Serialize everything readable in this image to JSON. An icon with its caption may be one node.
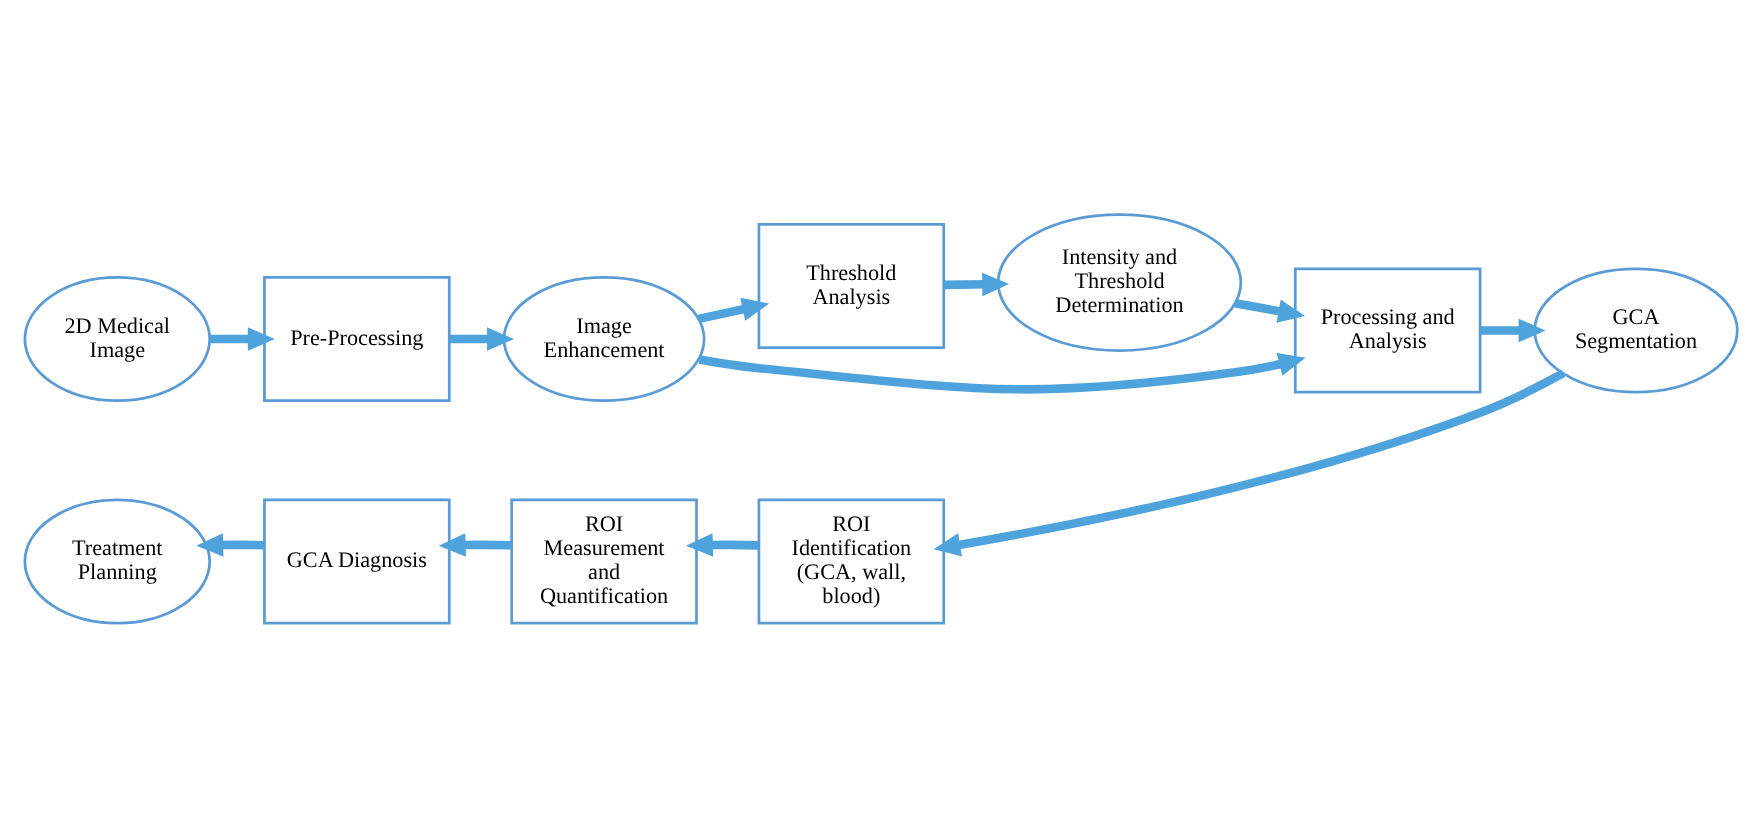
{
  "diagram": {
    "nodes": [
      {
        "text": [
          "2D Medical Image"
        ]
      },
      {
        "text": [
          "Pre-Processing"
        ]
      },
      {
        "text": [
          "Image Enhancement"
        ]
      },
      {
        "text": [
          "Threshold Analysis"
        ]
      },
      {
        "text": [
          "Intensity and Threshold Determination"
        ]
      },
      {
        "text": [
          "Processing and Analysis"
        ]
      },
      {
        "text": [
          "GCA Segmentation"
        ]
      },
      {
        "text": [
          "ROI Identification (GCA, wall, blood)"
        ]
      },
      {
        "text": [
          "ROI Measurement and Quantification"
        ]
      },
      {
        "text": [
          "GCA Diagnosis"
        ]
      },
      {
        "text": [
          "Treatment Planning"
        ]
      }
    ],
    "edges": [
      {
        "from": 0,
        "to": 1,
        "arrow": "to"
      },
      {
        "from": 1,
        "to": 2,
        "arrow": "to"
      },
      {
        "from": 2,
        "to": 3,
        "arrow": "to"
      },
      {
        "from": 3,
        "to": 4,
        "arrow": "to"
      },
      {
        "from": 4,
        "to": 5,
        "arrow": "to"
      },
      {
        "from": 2,
        "to": 5,
        "arrow": "to"
      },
      {
        "from": 5,
        "to": 6,
        "arrow": "to"
      },
      {
        "from": 6,
        "to": 7,
        "arrow": "to"
      },
      {
        "from": 7,
        "to": 8,
        "arrow": "to"
      },
      {
        "from": 8,
        "to": 9,
        "arrow": "to"
      },
      {
        "from": 9,
        "to": 10,
        "arrow": "to"
      }
    ]
  }
}
